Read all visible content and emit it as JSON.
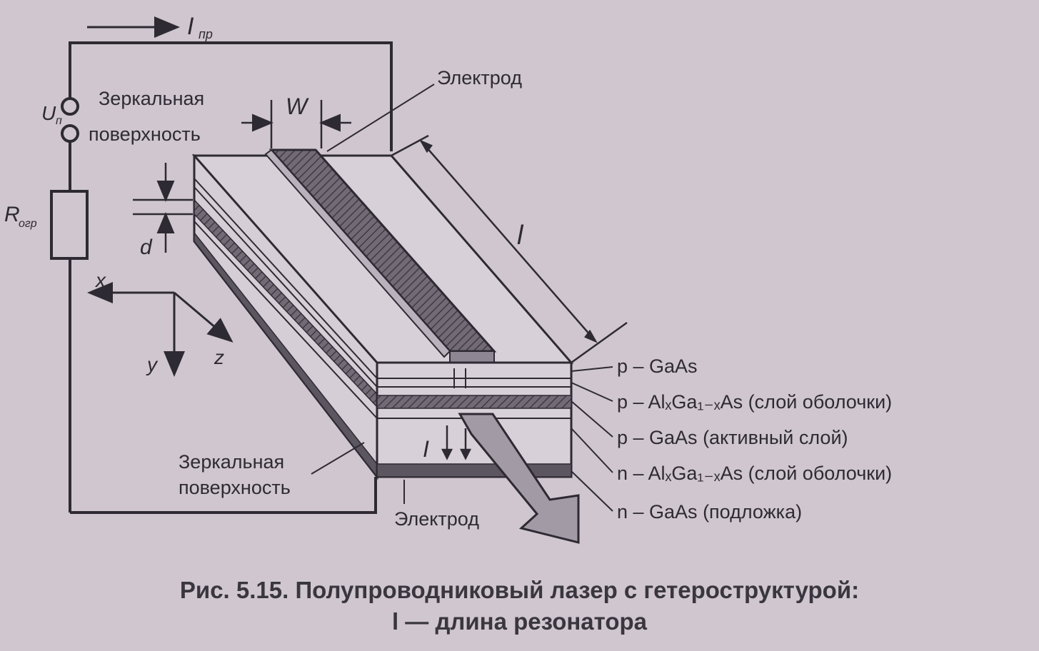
{
  "labels": {
    "current": "I",
    "current_sub": "пр",
    "voltage": "U",
    "voltage_sub": "п",
    "resistor": "R",
    "resistor_sub": "огр",
    "mirror_top_1": "Зеркальная",
    "mirror_top_2": "поверхность",
    "width": "W",
    "electrode_top": "Электрод",
    "length": "l",
    "thickness": "d",
    "axis_x": "x",
    "axis_y": "y",
    "axis_z": "z",
    "output_i": "I",
    "mirror_bottom_1": "Зеркальная",
    "mirror_bottom_2": "поверхность",
    "electrode_bottom": "Электрод"
  },
  "layers": [
    {
      "text": "p – GaAs"
    },
    {
      "text": "p – AlₓGa₁₋ₓAs (слой оболочки)"
    },
    {
      "text": "p – GaAs (активный слой)"
    },
    {
      "text": "n – AlₓGa₁₋ₓAs (слой оболочки)"
    },
    {
      "text": "n – GaAs (подложка)"
    }
  ],
  "caption": {
    "line1": "Рис. 5.15. Полупроводниковый лазер с гетероструктурой:",
    "line2": "l — длина резонатора"
  },
  "colors": {
    "ink": "#2e2a33",
    "background": "#cfc6cf",
    "electrode_fill": "#5c5660",
    "beam_fill": "#a29aa4"
  }
}
